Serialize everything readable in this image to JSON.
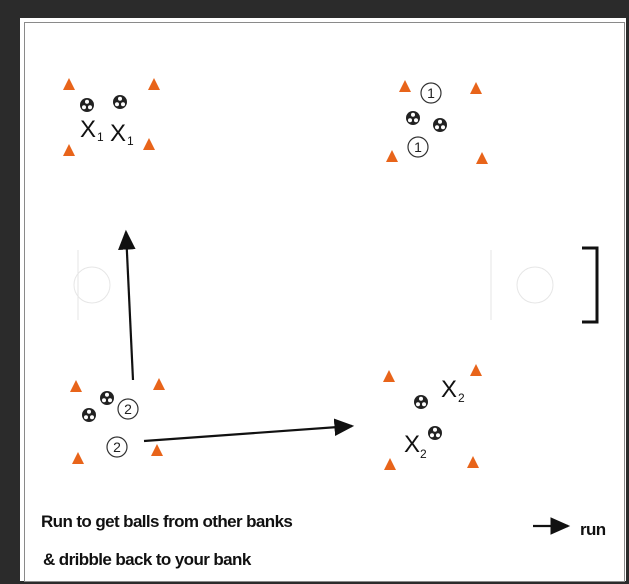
{
  "caption": {
    "line1": "Run to get balls from other banks",
    "line2": "& dribble back to your bank"
  },
  "legend": {
    "run_label": "run"
  },
  "markers": {
    "team1_x": "X",
    "team1_sub": "1",
    "team2_x": "X",
    "team2_sub": "2",
    "circled_1": "1",
    "circled_2": "2"
  },
  "colors": {
    "cone": "#e8641a",
    "frame": "#2b2b2b",
    "ink": "#111111"
  }
}
